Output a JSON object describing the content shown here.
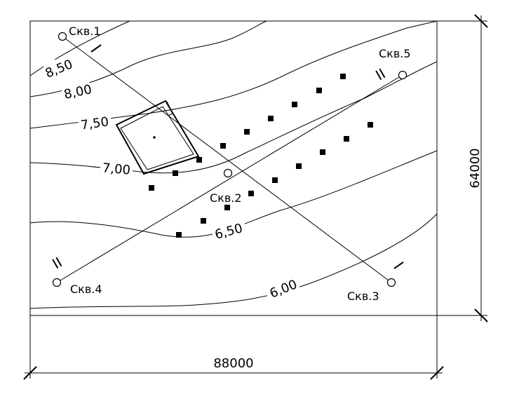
{
  "plan": {
    "width_dimension": "88000",
    "height_dimension": "64000"
  },
  "wells": [
    {
      "id": "w1",
      "label": "Скв.1"
    },
    {
      "id": "w2",
      "label": "Скв.2"
    },
    {
      "id": "w3",
      "label": "Скв.3"
    },
    {
      "id": "w4",
      "label": "Скв.4"
    },
    {
      "id": "w5",
      "label": "Скв.5"
    }
  ],
  "contours": [
    {
      "id": "c850",
      "label": "8,50"
    },
    {
      "id": "c800",
      "label": "8,00"
    },
    {
      "id": "c750",
      "label": "7,50"
    },
    {
      "id": "c700",
      "label": "7,00"
    },
    {
      "id": "c650",
      "label": "6,50"
    },
    {
      "id": "c600",
      "label": "6,00"
    }
  ],
  "sections": [
    {
      "id": "s1",
      "label": "I"
    },
    {
      "id": "s2",
      "label": "II"
    }
  ]
}
